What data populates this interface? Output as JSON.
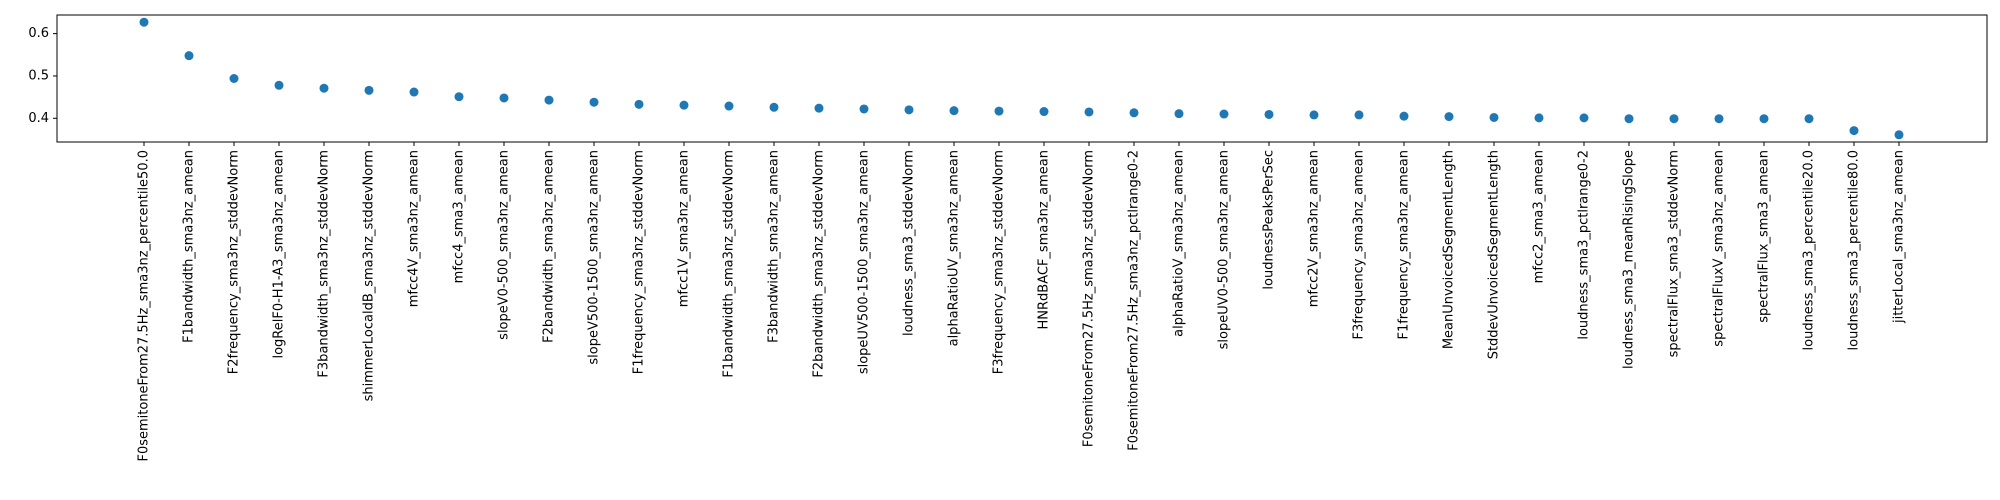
{
  "chart_data": {
    "type": "scatter",
    "title": "",
    "xlabel": "",
    "ylabel": "",
    "categories": [
      "F0semitoneFrom27.5Hz_sma3nz_percentile50.0",
      "F1bandwidth_sma3nz_amean",
      "F2frequency_sma3nz_stddevNorm",
      "logRelF0-H1-A3_sma3nz_amean",
      "F3bandwidth_sma3nz_stddevNorm",
      "shimmerLocaldB_sma3nz_stddevNorm",
      "mfcc4V_sma3nz_amean",
      "mfcc4_sma3_amean",
      "slopeV0-500_sma3nz_amean",
      "F2bandwidth_sma3nz_amean",
      "slopeV500-1500_sma3nz_amean",
      "F1frequency_sma3nz_stddevNorm",
      "mfcc1V_sma3nz_amean",
      "F1bandwidth_sma3nz_stddevNorm",
      "F3bandwidth_sma3nz_amean",
      "F2bandwidth_sma3nz_stddevNorm",
      "slopeUV500-1500_sma3nz_amean",
      "loudness_sma3_stddevNorm",
      "alphaRatioUV_sma3nz_amean",
      "F3frequency_sma3nz_stddevNorm",
      "HNRdBACF_sma3nz_amean",
      "F0semitoneFrom27.5Hz_sma3nz_stddevNorm",
      "F0semitoneFrom27.5Hz_sma3nz_pctlrange0-2",
      "alphaRatioV_sma3nz_amean",
      "slopeUV0-500_sma3nz_amean",
      "loudnessPeaksPerSec",
      "mfcc2V_sma3nz_amean",
      "F3frequency_sma3nz_amean",
      "F1frequency_sma3nz_amean",
      "MeanUnvoicedSegmentLength",
      "StddevUnvoicedSegmentLength",
      "mfcc2_sma3_amean",
      "loudness_sma3_pctlrange0-2",
      "loudness_sma3_meanRisingSlope",
      "spectralFlux_sma3_stddevNorm",
      "spectralFluxV_sma3nz_amean",
      "spectralFlux_sma3_amean",
      "loudness_sma3_percentile20.0",
      "loudness_sma3_percentile80.0",
      "jitterLocal_sma3nz_amean"
    ],
    "values": [
      0.627,
      0.548,
      0.494,
      0.478,
      0.471,
      0.466,
      0.462,
      0.451,
      0.448,
      0.443,
      0.438,
      0.433,
      0.431,
      0.429,
      0.426,
      0.424,
      0.422,
      0.42,
      0.418,
      0.417,
      0.416,
      0.415,
      0.413,
      0.411,
      0.41,
      0.409,
      0.408,
      0.408,
      0.405,
      0.404,
      0.402,
      0.401,
      0.401,
      0.399,
      0.399,
      0.399,
      0.399,
      0.399,
      0.371,
      0.361
    ],
    "ylim": [
      0.344,
      0.644
    ],
    "yticks": [
      "0.4",
      "0.5",
      "0.6"
    ],
    "grid": false,
    "colors": {
      "marker": "#1f77b4",
      "axis": "#000000"
    }
  }
}
